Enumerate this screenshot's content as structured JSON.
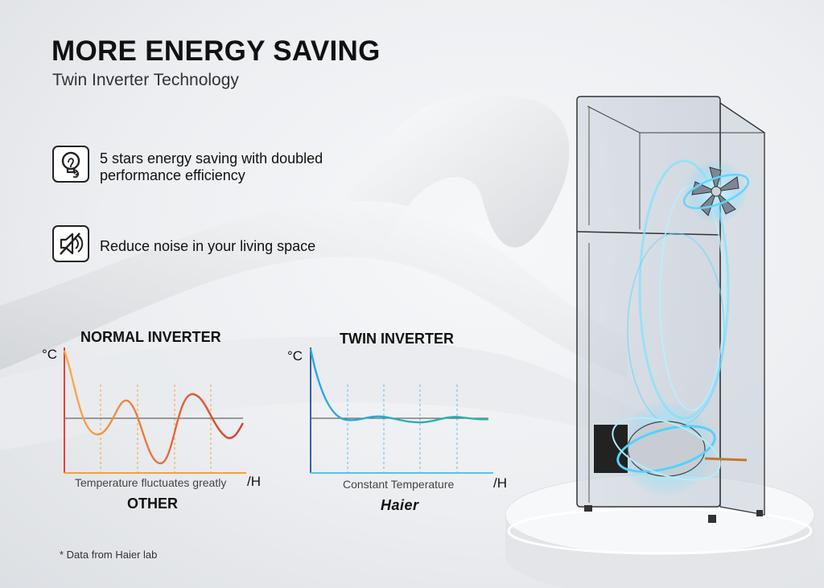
{
  "header": {
    "title": "MORE ENERGY SAVING",
    "subtitle": "Twin Inverter Technology"
  },
  "features": [
    {
      "icon": "energy-bulb-plug-icon",
      "line1": "5 stars energy saving with doubled",
      "line2": "performance efficiency"
    },
    {
      "icon": "muted-speaker-icon",
      "line1": "Reduce noise in your living space"
    }
  ],
  "charts": [
    {
      "title": "NORMAL INVERTER",
      "y_unit": "°C",
      "x_unit": "/H",
      "caption": "Temperature fluctuates greatly",
      "label": "OTHER",
      "colors": {
        "start": "#f5b04a",
        "end": "#d63a2c",
        "axis_x": "#f1a23a",
        "axis_y": "#e0453a",
        "baseline": "#666666"
      }
    },
    {
      "title": "TWIN INVERTER",
      "y_unit": "°C",
      "x_unit": "/H",
      "caption": "Constant Temperature",
      "label": "Haier",
      "colors": {
        "start": "#2aa6e6",
        "end": "#27b4a2",
        "axis_x": "#58c1ef",
        "axis_y": "#3a5fb5",
        "baseline": "#666666"
      }
    }
  ],
  "footnote": "* Data from Haier lab"
}
